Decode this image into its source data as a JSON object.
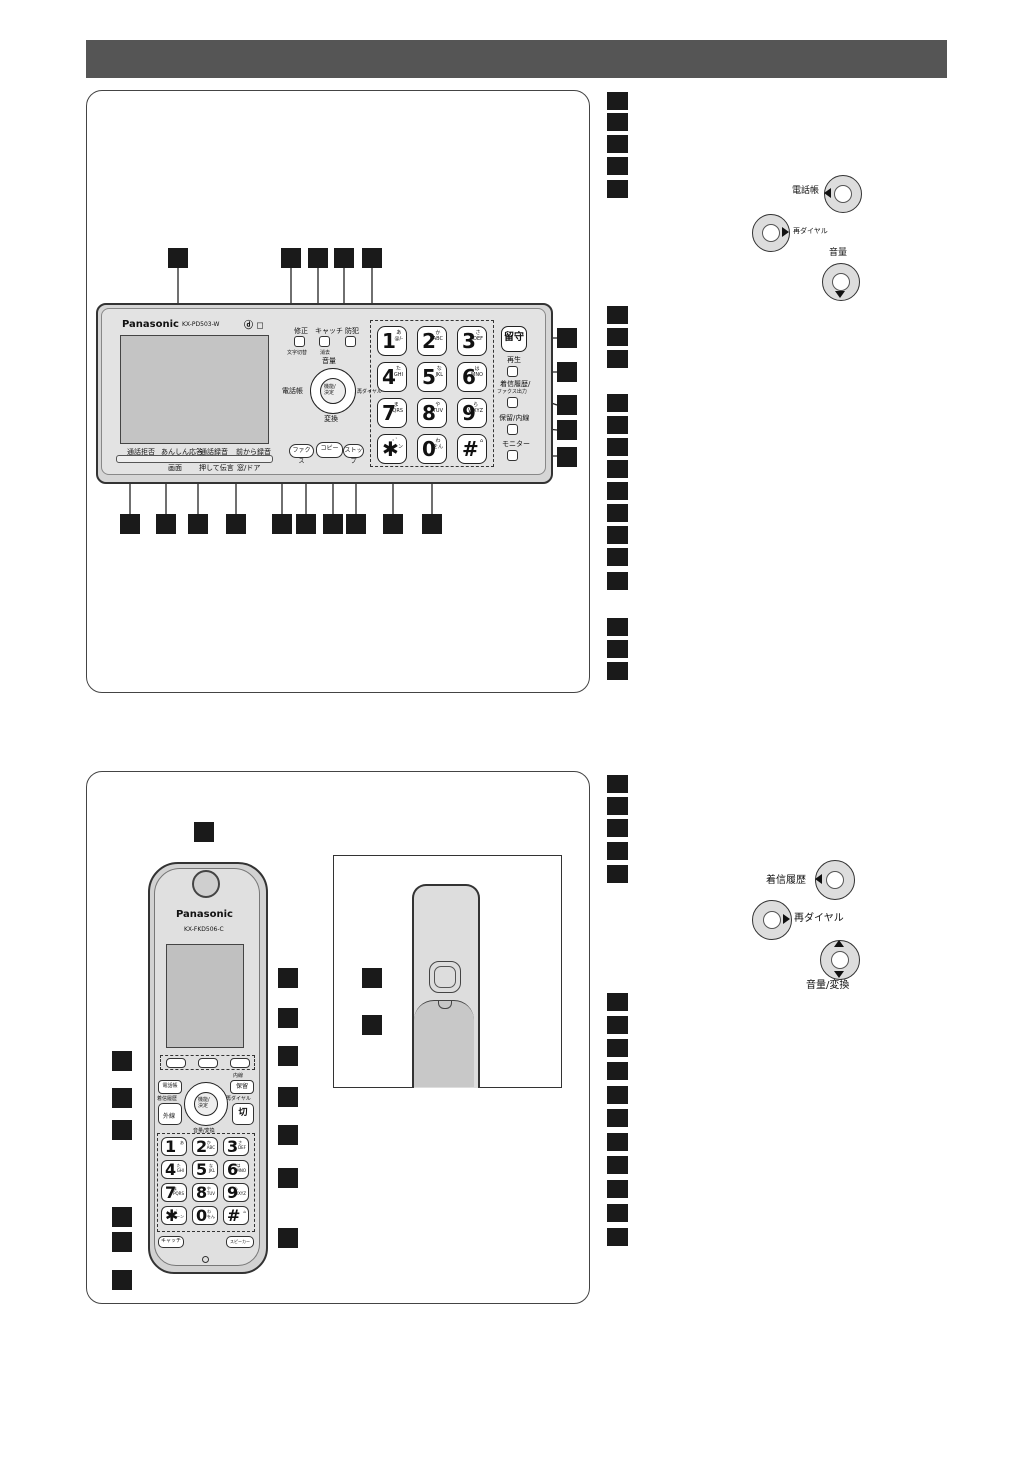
{
  "base_unit": {
    "brand": "Panasonic",
    "model": "KX-PD503-W",
    "logo_mark": "ⓓ ◻",
    "buttons": {
      "fix": "修正",
      "char_switch": "文字切替",
      "catch": "キャッチ",
      "delete": "消去",
      "anti_crime": "防犯",
      "volume": "音量",
      "phonebook": "電話帳",
      "redial": "再ダイヤル",
      "function": "機能/\n決定",
      "convert": "変換",
      "fax": "ファクス",
      "copy": "コピー",
      "stop": "ストップ",
      "rusu": "留守",
      "play": "再生",
      "history": "着信履歴/",
      "fax_history": "ファクス出力",
      "hold": "保留/内線",
      "monitor": "モニター"
    },
    "bottom_strip": [
      "通話拒否",
      "あんしん応答",
      "通話録音",
      "前から録音"
    ],
    "bottom_sub": [
      "画面",
      "押して伝言",
      "窓/ドア"
    ],
    "keys": [
      {
        "d": "1",
        "s": "あ\n@/-"
      },
      {
        "d": "2",
        "s": "か\nABC"
      },
      {
        "d": "3",
        "s": "さ\nDEF"
      },
      {
        "d": "4",
        "s": "た\nGHI"
      },
      {
        "d": "5",
        "s": "な\nJKL"
      },
      {
        "d": "6",
        "s": "は\nMNO"
      },
      {
        "d": "7",
        "s": "ま\nPQRS"
      },
      {
        "d": "8",
        "s": "や\nTUV"
      },
      {
        "d": "9",
        "s": "ら\nWXYZ"
      },
      {
        "d": "✱",
        "s": "・゛\nトーン"
      },
      {
        "d": "0",
        "s": "わ\nをん"
      },
      {
        "d": "#",
        "s": "⌂"
      }
    ]
  },
  "right_top": {
    "phonebook": "電話帳",
    "redial": "再ダイヤル",
    "volume": "音量"
  },
  "handset": {
    "brand": "Panasonic",
    "model": "KX-FKD506-C",
    "phonebook": "電話帳",
    "history": "着信履歴",
    "outside": "外線",
    "function": "機能/\n決定",
    "volume_convert": "音量/変換",
    "hold": "保留",
    "internal": "内線",
    "redial": "再ダイヤル",
    "end": "切",
    "catch": "キャッチ",
    "speaker": "スピーカー",
    "keys": [
      {
        "d": "1",
        "s": "あ"
      },
      {
        "d": "2",
        "s": "か\nABC"
      },
      {
        "d": "3",
        "s": "さ\nDEF"
      },
      {
        "d": "4",
        "s": "た\nGHI"
      },
      {
        "d": "5",
        "s": "な\nJKL"
      },
      {
        "d": "6",
        "s": "は\nMNO"
      },
      {
        "d": "7",
        "s": "ま\nPQRS"
      },
      {
        "d": "8",
        "s": "や\nTUV"
      },
      {
        "d": "9",
        "s": "ら\nWXYZ"
      },
      {
        "d": "✱",
        "s": "・゛\nトーン"
      },
      {
        "d": "0",
        "s": "わ\nをん"
      },
      {
        "d": "#",
        "s": "⌂"
      }
    ]
  },
  "right_bottom": {
    "history": "着信履歴",
    "redial": "再ダイヤル",
    "volume_convert": "音量/変換"
  }
}
